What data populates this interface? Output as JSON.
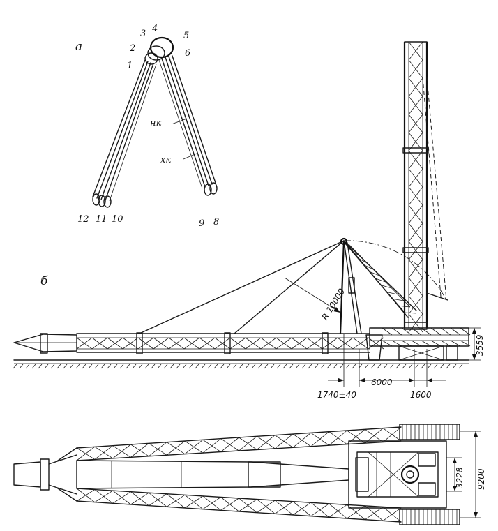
{
  "view_a": {
    "letter": "а",
    "strand_labels": [
      "1",
      "2",
      "3",
      "4",
      "5",
      "6",
      "8",
      "9",
      "10",
      "11",
      "12"
    ],
    "leg_labels": {
      "upper": "нк",
      "lower": "хк"
    }
  },
  "view_b": {
    "letter": "б",
    "radius_label": "R 10000",
    "dims": {
      "offset": "1740±40",
      "span": "6000",
      "base": "1600",
      "height": "3559"
    }
  },
  "plan": {
    "dims": {
      "inner": "3228",
      "outer": "9200"
    }
  }
}
